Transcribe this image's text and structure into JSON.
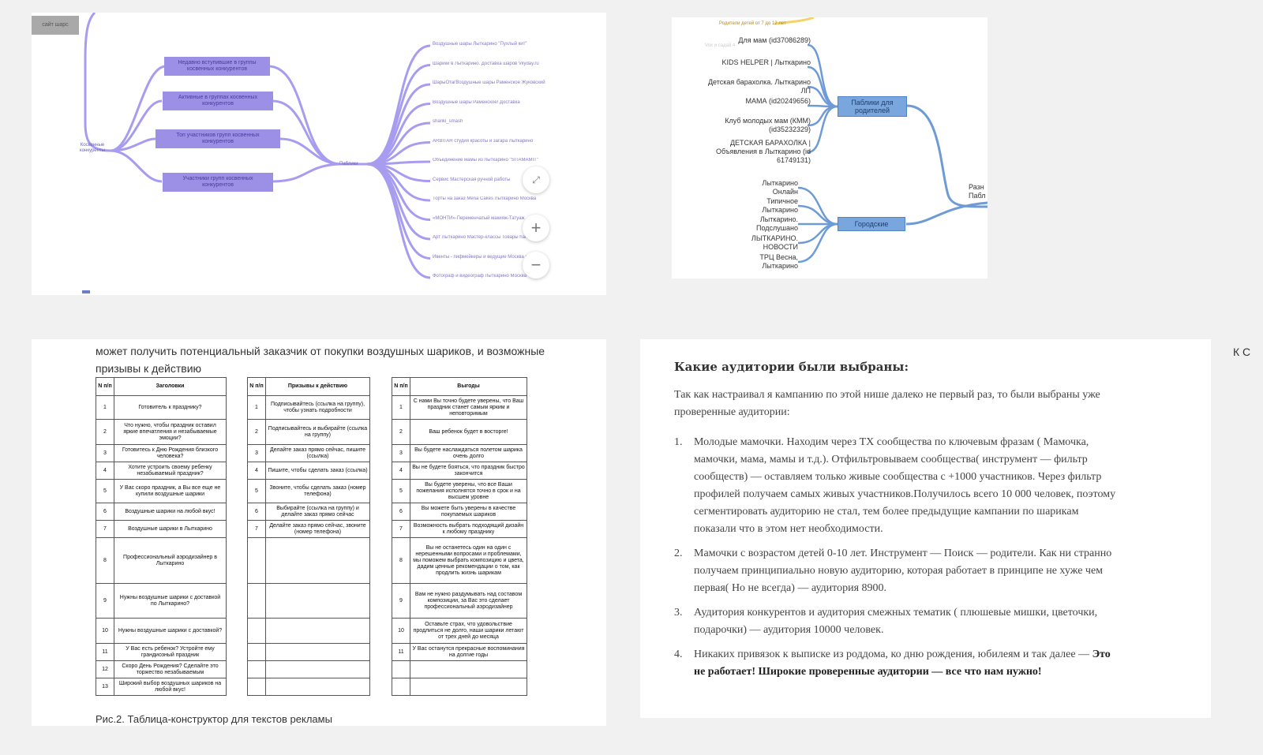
{
  "mindmap_purple": {
    "root_label": "сайт шарс",
    "side_label": "Косвенные конкуренты",
    "mid_nodes": [
      "Недавно вступившие в группы косвенных конкурентов",
      "Активные в группах косвенных конкурентов",
      "Топ участников групп косвенных конкурентов",
      "Участники групп косвенных конкурентов"
    ],
    "hub_label": "Паблики",
    "leaves": [
      "Воздушные шары Лыткарино \"Пухлый кит\"",
      "Шарики в Лыткарино. Доставка шаров Vilyday.ru",
      "ШарыОтагВоздушные шары Раменское Жуковский",
      "Воздушные шары Раменское! Доставка",
      "shariki_smash",
      "ARBITAR студия красоты и загара Лыткарино",
      "Объединение мамы из Лыткарино \"SITAMAMIT\"",
      "Сервис Мастерская ручной работы",
      "Торты на заказ Mena Cakes Лыткарино Москва",
      "«МОНТИ»-Переменчатый макияж-Татуаж",
      "Арт Лыткарино Мастер-классы Товары hand-made",
      "Ивенты - пифмейкеры и ведущие Москва и МО",
      "Фотограф и видеограф Лыткарино Москва"
    ],
    "zoom_fit_label": "⤢",
    "zoom_in_label": "+",
    "zoom_out_label": "−"
  },
  "mindmap_blue": {
    "top_caption": "Родители детей от 7 до 12 лет",
    "faded_label": "Vox и сада8 4",
    "node_parents": "Паблики для родителей",
    "node_city": "Городские",
    "right_label": "Разн Пабл",
    "parents_leaves": [
      "Для мам (id37086289)",
      "KIDS HELPER | Лыткарино",
      "Детская барахолка. Лыткарино ЛП",
      "МАМА (id20249656)",
      "Клуб молодых мам (КММ) (id35232329)",
      "ДЕТСКАЯ БАРАХОЛКА | Объявления в Лыткарино (id 61749131)"
    ],
    "city_leaves": [
      "Лыткарино Онлайн",
      "Типичное Лыткарино",
      "Лыткарино. Подслушано",
      "ЛЫТКАРИНО. НОВОСТИ",
      "ТРЦ Весна, Лыткарино"
    ]
  },
  "table": {
    "intro": "может получить потенциальный заказчик от покупки воздушных шариков, и возможные призывы к действию",
    "caption": "Рис.2. Таблица-конструктор для текстов рекламы",
    "num_header": "N п/п",
    "headers": [
      "Заголовки",
      "Призывы к действию",
      "Выгоды"
    ],
    "rows": [
      [
        "Готовитель к празднику?",
        "Подписывайтесь (ссылка на группу), чтобы узнать подробности",
        "С нами Вы точно будете уверены, что Ваш праздник станет самым ярким и неповторимым"
      ],
      [
        "Что нужно, чтобы праздник оставил яркие впечатления и незабываемые эмоции?",
        "Подписывайтесь и выбирайте (ссылка на группу)",
        "Ваш ребенок будет в восторге!"
      ],
      [
        "Готовитесь к Дню Рождения близкого человека?",
        "Делайте заказ прямо сейчас, пишите (ссылка)",
        "Вы будете наслаждаться полетом шарика очень долго"
      ],
      [
        "Хотите устроить своему ребенку незабываемый праздник?",
        "Пишите, чтобы сделать заказ (ссылка)",
        "Вы не будете бояться, что праздник быстро закончится"
      ],
      [
        "У Вас скоро праздник, а Вы все еще не купили воздушные шарики",
        "Звоните, чтобы сделать заказ (номер телефона)",
        "Вы будете уверены, что все Ваши пожелания исполнятся точно в срок и на высшем уровне"
      ],
      [
        "Воздушные шарики на любой вкус!",
        "Выбирайте (ссылка на группу) и делайте заказ прямо сейчас",
        "Вы можете быть уверены в качестве покупаемых шариков"
      ],
      [
        "Воздушные шарики в Лыткарино",
        "Делайте заказ прямо сейчас, звоните (номер телефона)",
        "Возможность выбрать подходящий дизайн к любому празднику"
      ],
      [
        "Профессиональный аэродизайнер в Лыткарино",
        "",
        "Вы не останетесь один на один с нерешенными вопросами и проблемами, мы поможем выбрать композицию и цвета, дадим ценные рекомендации о том, как продлить жизнь шарикам"
      ],
      [
        "Нужны воздушные шарики с доставкой по Лыткарино?",
        "",
        "Вам не нужно раздумывать над составом композиции, за Вас это сделает профессиональный аэродизайнер"
      ],
      [
        "Нужны воздушные шарики с доставкой?",
        "",
        "Оставьте страх, что удовольствие продлиться не долго, наши шарики летают от трех дней до месяца"
      ],
      [
        "У Вас есть ребенок? Устройте ему грандиозный праздник",
        "",
        "У Вас останутся прекрасные воспоминания на долгие годы"
      ],
      [
        "Скоро День Рождения? Сделайте это торжество незабываемым",
        "",
        ""
      ],
      [
        "Широкий выбор воздушных шариков на любой вкус!",
        "",
        ""
      ]
    ],
    "col2_count": 7,
    "col3_count": 11
  },
  "audiences": {
    "title": "Какие аудитории были выбраны:",
    "intro": "Так как настраивал я кампанию по этой нише далеко не первый раз, то были выбраны уже проверенные аудитории:",
    "items": [
      {
        "num": "1.",
        "text": "Молодые мамочки. Находим через ТХ сообщества по ключевым фразам ( Мамочка, мамочки, мама, мамы и т.д.). Отфильтровываем сообщества( инструмент — фильтр сообществ) — оставляем только живые сообщества с +1000 участников. Через фильтр профилей получаем самых живых участников.Получилось всего 10 000 человек, поэтому сегментировать аудиторию не стал, тем более предыдущие кампании по шарикам показали что в этом нет необходимости.",
        "bold": ""
      },
      {
        "num": "2.",
        "text": "Мамочки с возрастом детей 0-10 лет. Инструмент — Поиск — родители. Как ни странно получаем принципиально новую аудиторию, которая работает в принципе не хуже чем первая( Но не всегда) — аудитория 8900.",
        "bold": ""
      },
      {
        "num": "3.",
        "text": "Аудитория конкурентов и аудитория смежных тематик ( плюшевые мишки, цветочки, подарочки) — аудитория 10000 человек.",
        "bold": ""
      },
      {
        "num": "4.",
        "text": "Никаких привязок к выписке из роддома, ко дню рождения, юбилеям и так далее — ",
        "bold": "Это не работает! Широкие проверенные аудитории — все что нам нужно!"
      }
    ]
  },
  "edge_glyph": "К С"
}
